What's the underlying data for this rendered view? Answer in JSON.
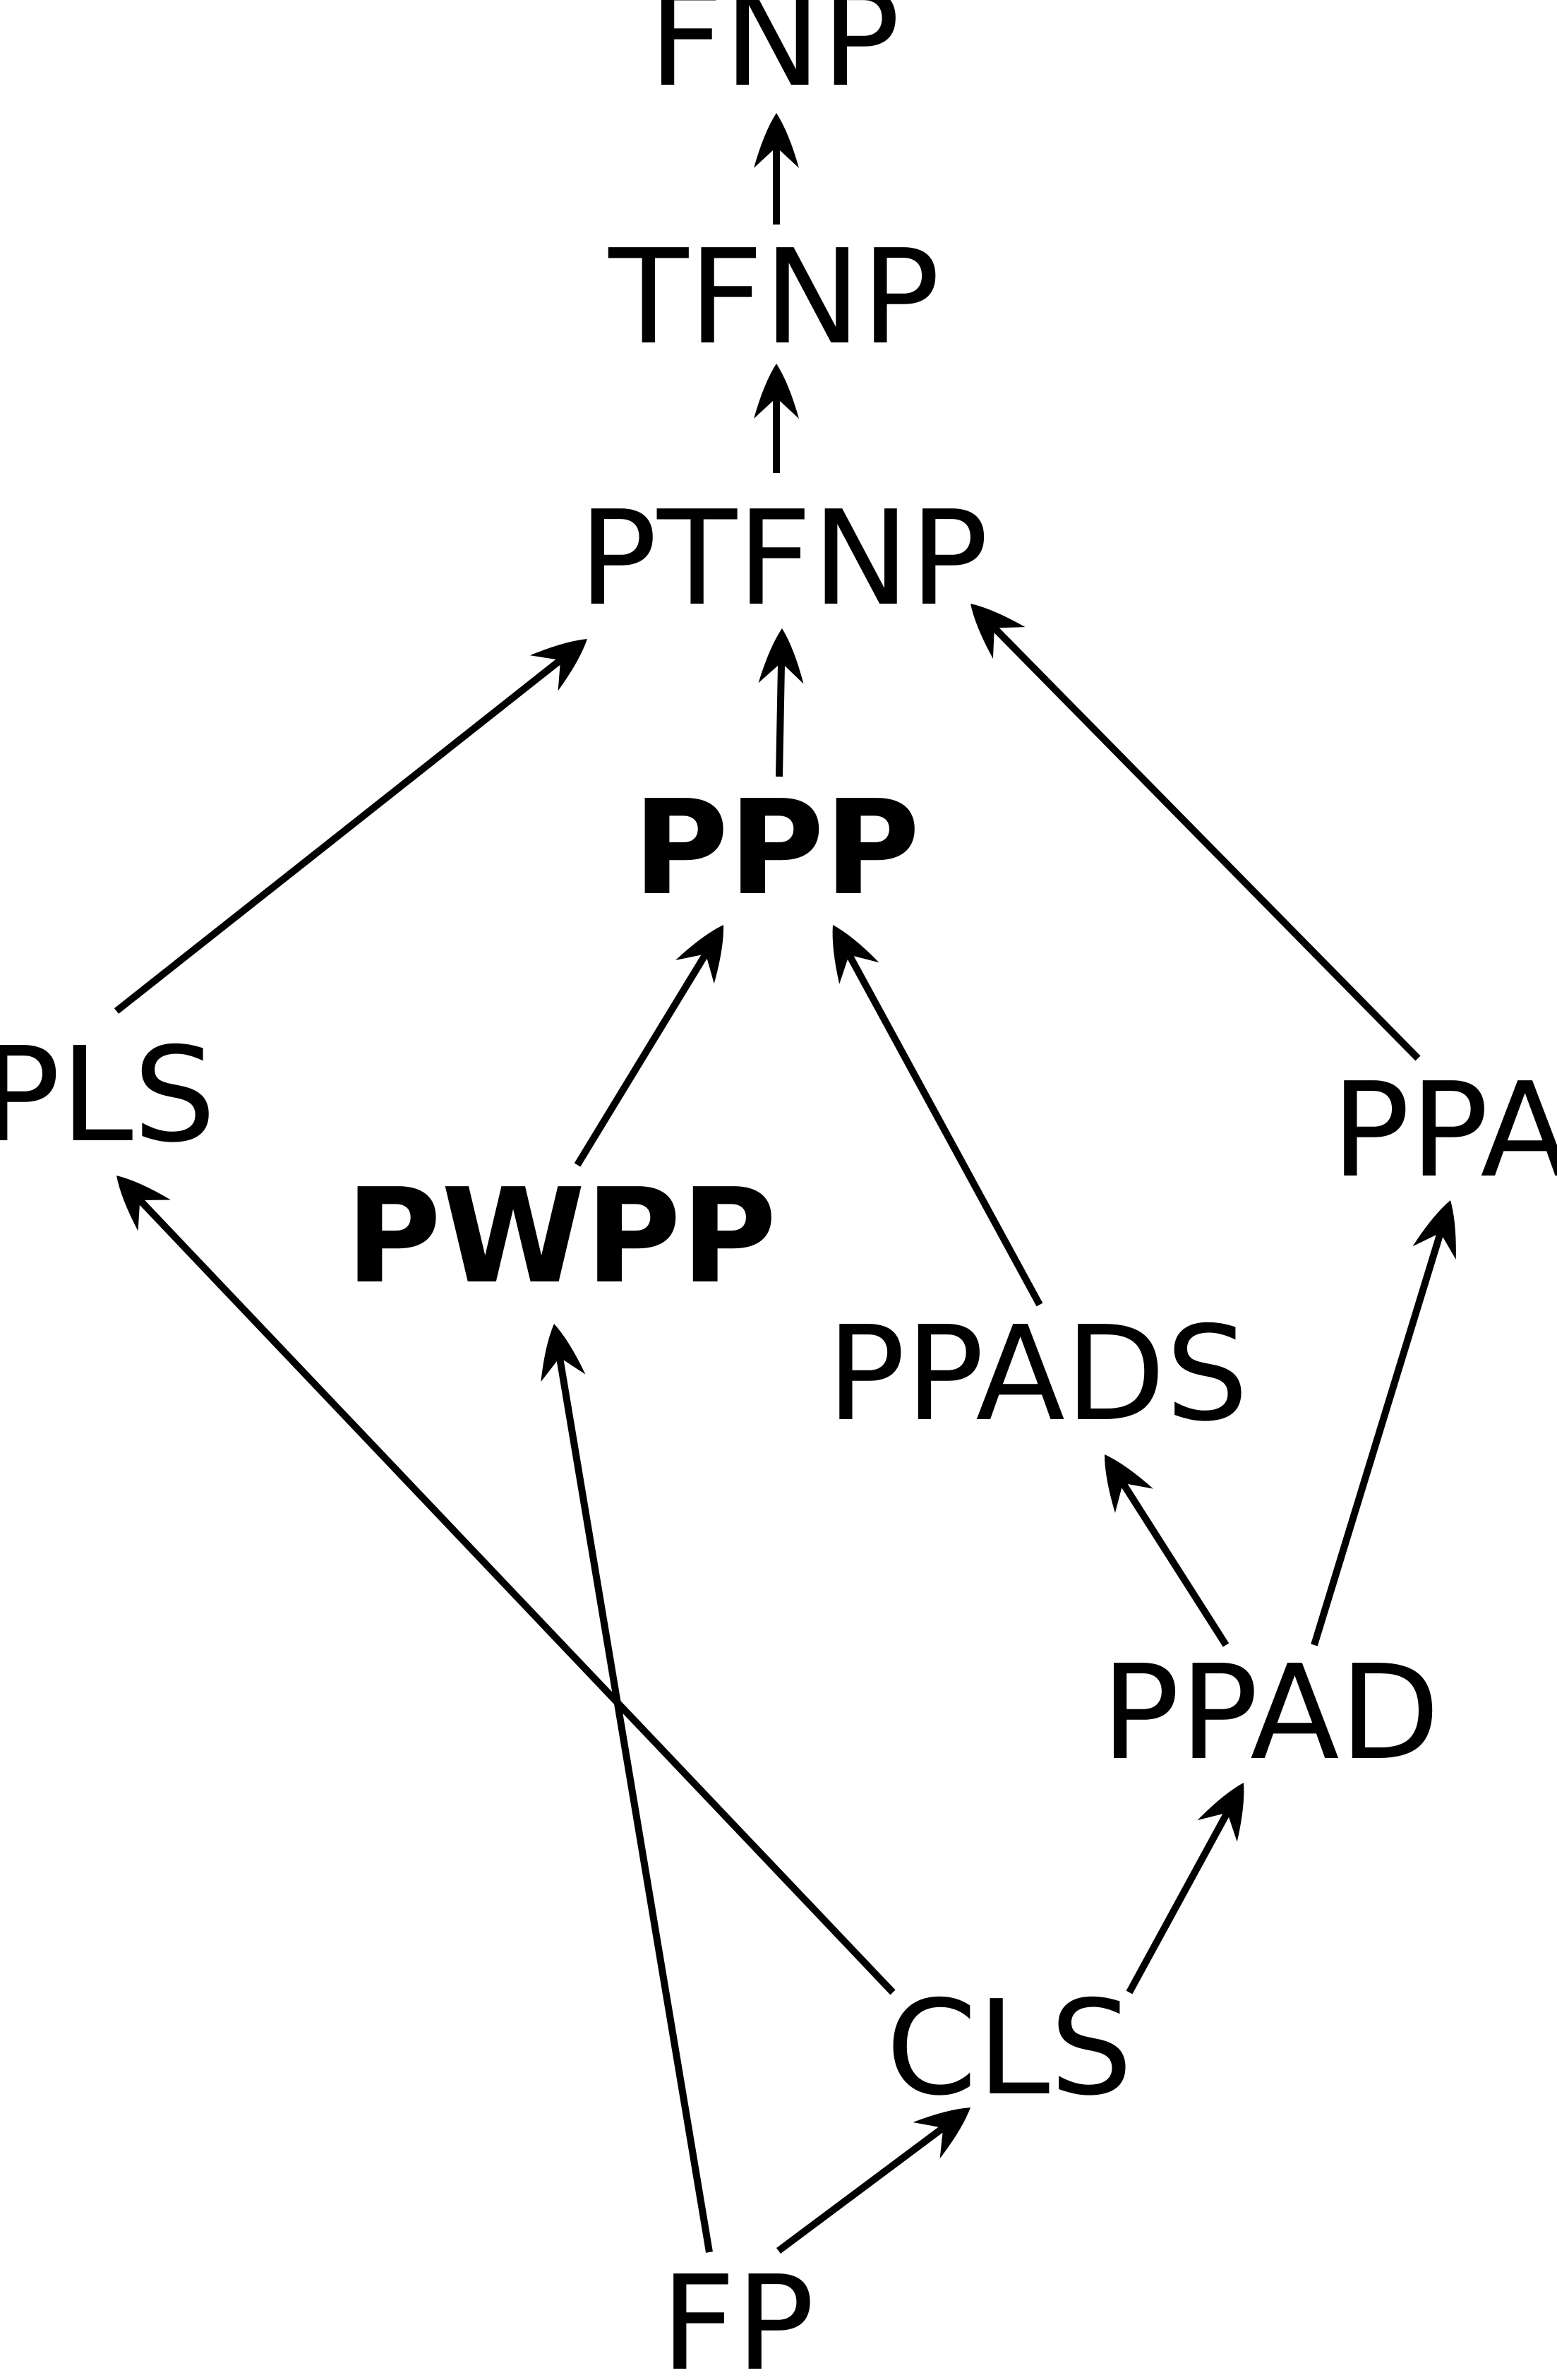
{
  "diagram": {
    "nodes": [
      {
        "id": "FNP",
        "label": "FNP",
        "bold": false
      },
      {
        "id": "TFNP",
        "label": "TFNP",
        "bold": false
      },
      {
        "id": "PTFNP",
        "label": "PTFNP",
        "bold": false
      },
      {
        "id": "PPP",
        "label": "PPP",
        "bold": true
      },
      {
        "id": "PLS",
        "label": "PLS",
        "bold": false
      },
      {
        "id": "PPA",
        "label": "PPA",
        "bold": false
      },
      {
        "id": "PWPP",
        "label": "PWPP",
        "bold": true
      },
      {
        "id": "PPADS",
        "label": "PPADS",
        "bold": false
      },
      {
        "id": "PPAD",
        "label": "PPAD",
        "bold": false
      },
      {
        "id": "CLS",
        "label": "CLS",
        "bold": false
      },
      {
        "id": "FP",
        "label": "FP",
        "bold": false
      }
    ],
    "edges": [
      {
        "from": "TFNP",
        "to": "FNP"
      },
      {
        "from": "PTFNP",
        "to": "TFNP"
      },
      {
        "from": "PPP",
        "to": "PTFNP"
      },
      {
        "from": "PLS",
        "to": "PTFNP"
      },
      {
        "from": "PPA",
        "to": "PTFNP"
      },
      {
        "from": "PWPP",
        "to": "PPP"
      },
      {
        "from": "PPADS",
        "to": "PPP"
      },
      {
        "from": "PPAD",
        "to": "PPADS"
      },
      {
        "from": "PPAD",
        "to": "PPA"
      },
      {
        "from": "CLS",
        "to": "PLS"
      },
      {
        "from": "CLS",
        "to": "PPAD"
      },
      {
        "from": "FP",
        "to": "PWPP"
      },
      {
        "from": "FP",
        "to": "CLS"
      }
    ]
  }
}
